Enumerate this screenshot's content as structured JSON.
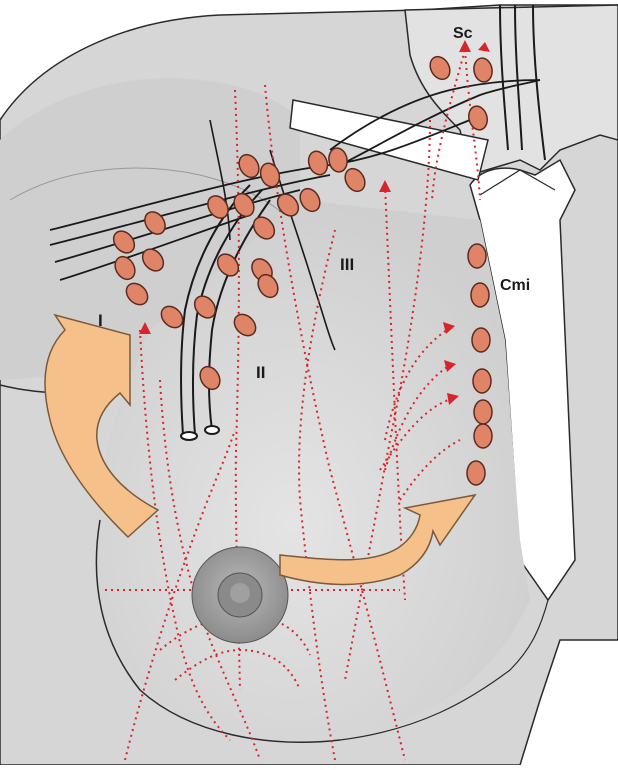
{
  "labels": {
    "sc": "Sc",
    "cmi": "Cmi",
    "level_1": "I",
    "level_2": "II",
    "level_3": "III"
  },
  "colors": {
    "skin": "#d9d9d9",
    "skin_light": "#e6e6e6",
    "outline": "#1a1a1a",
    "node_fill": "#e08468",
    "node_stroke": "#5a2b1e",
    "drainage_path": "#d8252c",
    "arrow_fill": "#f6c08a",
    "arrow_stroke": "#7a5a3a",
    "areola": "#9a9a9a",
    "nipple": "#7a7a7a"
  }
}
